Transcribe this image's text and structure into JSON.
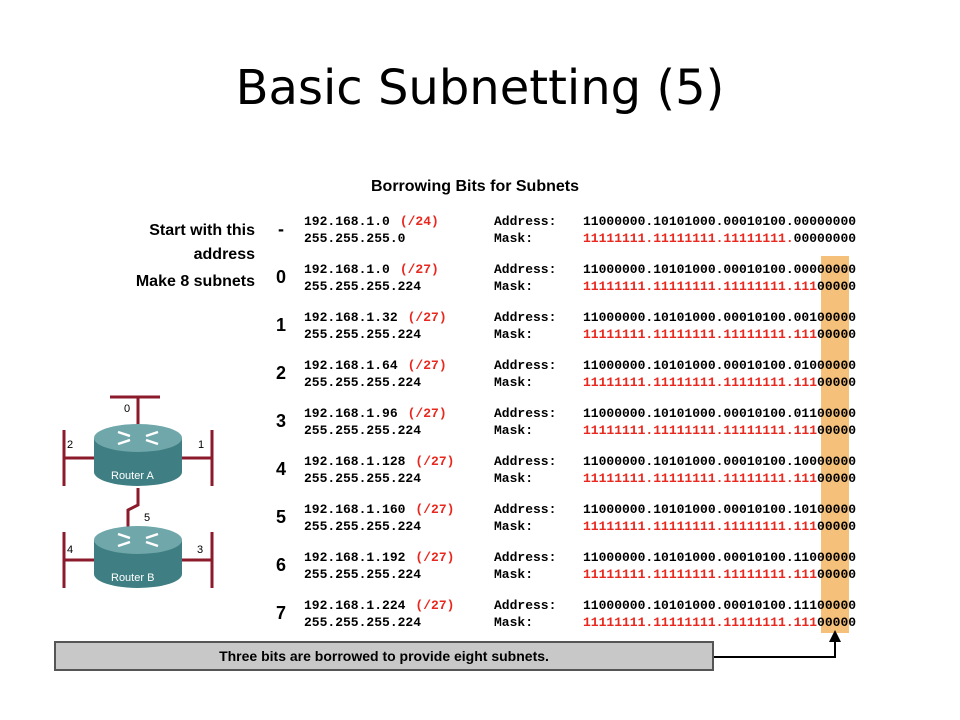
{
  "title": "Basic Subnetting (5)",
  "figure_title": "Borrowing Bits for Subnets",
  "side_labels": {
    "line1": "Start with this",
    "line2": "address",
    "line3": "Make 8 subnets"
  },
  "labels": {
    "address": "Address:",
    "mask": "Mask:"
  },
  "base_row": {
    "index": "-",
    "ip": "192.168.1.0",
    "prefix": "(/24)",
    "mask": "255.255.255.0",
    "addr_bin": "11000000.10101000.00010100.00000000",
    "mask_red": "11111111.11111111.11111111.",
    "mask_black": "00000000"
  },
  "subnets": [
    {
      "index": "0",
      "ip": "192.168.1.0",
      "prefix": "(/27)",
      "mask": "255.255.255.224",
      "addr_bin": "11000000.10101000.00010100.00000000"
    },
    {
      "index": "1",
      "ip": "192.168.1.32",
      "prefix": "(/27)",
      "mask": "255.255.255.224",
      "addr_bin": "11000000.10101000.00010100.00100000"
    },
    {
      "index": "2",
      "ip": "192.168.1.64",
      "prefix": "(/27)",
      "mask": "255.255.255.224",
      "addr_bin": "11000000.10101000.00010100.01000000"
    },
    {
      "index": "3",
      "ip": "192.168.1.96",
      "prefix": "(/27)",
      "mask": "255.255.255.224",
      "addr_bin": "11000000.10101000.00010100.01100000"
    },
    {
      "index": "4",
      "ip": "192.168.1.128",
      "prefix": "(/27)",
      "mask": "255.255.255.224",
      "addr_bin": "11000000.10101000.00010100.10000000"
    },
    {
      "index": "5",
      "ip": "192.168.1.160",
      "prefix": "(/27)",
      "mask": "255.255.255.224",
      "addr_bin": "11000000.10101000.00010100.10100000"
    },
    {
      "index": "6",
      "ip": "192.168.1.192",
      "prefix": "(/27)",
      "mask": "255.255.255.224",
      "addr_bin": "11000000.10101000.00010100.11000000"
    },
    {
      "index": "7",
      "ip": "192.168.1.224",
      "prefix": "(/27)",
      "mask": "255.255.255.224",
      "addr_bin": "11000000.10101000.00010100.11100000"
    }
  ],
  "subnet_mask_red": "11111111.11111111.11111111.111",
  "subnet_mask_black": "00000",
  "caption": "Three bits are borrowed to provide eight subnets.",
  "routers": {
    "a": {
      "label": "Router A",
      "ports": [
        "0",
        "1",
        "2"
      ]
    },
    "b": {
      "label": "Router B",
      "ports": [
        "3",
        "4"
      ]
    },
    "link": "5"
  },
  "colors": {
    "red": "#e8281e",
    "highlight": "#f5c17a",
    "link": "#8b1a2b",
    "router": "#4d8a8e"
  }
}
